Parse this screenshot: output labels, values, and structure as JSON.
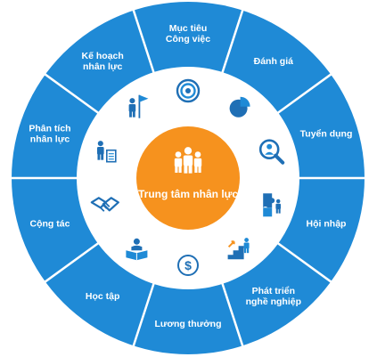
{
  "center": {
    "label": "Trung tâm nhân lực",
    "icon": "people-group-icon"
  },
  "segments": [
    {
      "lines": [
        "Mục tiêu",
        "Công việc"
      ],
      "icon": "target-icon"
    },
    {
      "lines": [
        "Đánh giá"
      ],
      "icon": "pie-chart-icon"
    },
    {
      "lines": [
        "Tuyển dụng"
      ],
      "icon": "magnifier-person-icon"
    },
    {
      "lines": [
        "Hội nhập"
      ],
      "icon": "puzzle-person-icon"
    },
    {
      "lines": [
        "Phát triển",
        "nghề nghiệp"
      ],
      "icon": "stairs-person-icon"
    },
    {
      "lines": [
        "Lương thưởng"
      ],
      "icon": "dollar-coin-icon"
    },
    {
      "lines": [
        "Học tập"
      ],
      "icon": "reading-person-icon"
    },
    {
      "lines": [
        "Cộng tác"
      ],
      "icon": "handshake-icon"
    },
    {
      "lines": [
        "Phân tích",
        "nhân lực"
      ],
      "icon": "person-report-icon"
    },
    {
      "lines": [
        "Kế hoạch",
        "nhân lực"
      ],
      "icon": "person-flag-icon"
    }
  ],
  "colors": {
    "ring": "#1f8ad6",
    "divider": "#ffffff",
    "inner_band": "#ffffff",
    "center": "#f6921e",
    "icon": "#1f6fb5",
    "icon_accent": "#1f8ad6"
  }
}
